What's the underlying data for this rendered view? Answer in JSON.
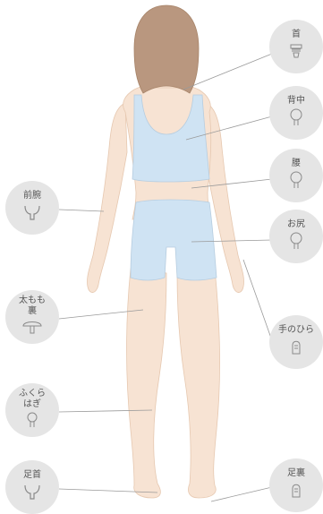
{
  "labels": {
    "neck": "首",
    "back": "背中",
    "waist": "腰",
    "hips": "お尻",
    "palm": "手のひら",
    "forearm": "前腕",
    "thigh_line1": "太もも",
    "thigh_line2": "裏",
    "calf_line1": "ふくら",
    "calf_line2": "はぎ",
    "ankle": "足首",
    "sole": "足裏"
  },
  "colors": {
    "badge": "#e5e5e5",
    "leader": "#9a9a9a",
    "skin": "#f7e3d3",
    "clothing": "#cfe3f3",
    "hair": "#b9977f"
  },
  "icons": {
    "neck": "attachment-head-ridged-icon",
    "back": "attachment-head-round-icon",
    "waist": "attachment-head-round-icon",
    "hips": "attachment-head-round-icon",
    "palm": "attachment-head-bullet-icon",
    "forearm": "attachment-head-fork-icon",
    "thigh": "attachment-head-mushroom-icon",
    "calf": "attachment-head-round-icon",
    "ankle": "attachment-head-fork-icon",
    "sole": "attachment-head-bullet-icon"
  }
}
